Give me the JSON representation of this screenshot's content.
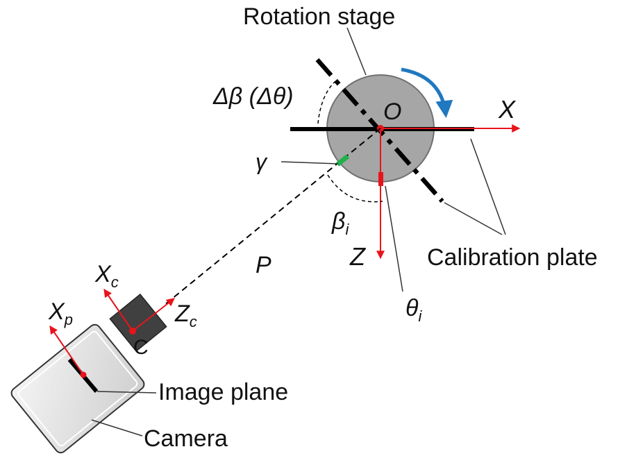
{
  "labels": {
    "rotation_stage": "Rotation stage",
    "origin": "O",
    "x_axis": "X",
    "z_axis": "Z",
    "delta_beta": "Δβ (Δθ)",
    "gamma": "γ",
    "beta": "β",
    "beta_sub": "i",
    "p": "P",
    "theta": "θ",
    "theta_sub": "i",
    "calibration_plate": "Calibration plate",
    "xc": "X",
    "xc_sub": "c",
    "zc": "Z",
    "zc_sub": "c",
    "c": "C",
    "xp": "X",
    "xp_sub": "p",
    "image_plane": "Image plane",
    "camera": "Camera"
  },
  "colors": {
    "axis_red": "#e8141c",
    "rotation_arrow": "#1f78c0",
    "stage_fill": "#a6a6a6",
    "gamma_mark": "#22b14c",
    "lens_fill": "#404040",
    "camera_fill": "#e0e0e0"
  }
}
